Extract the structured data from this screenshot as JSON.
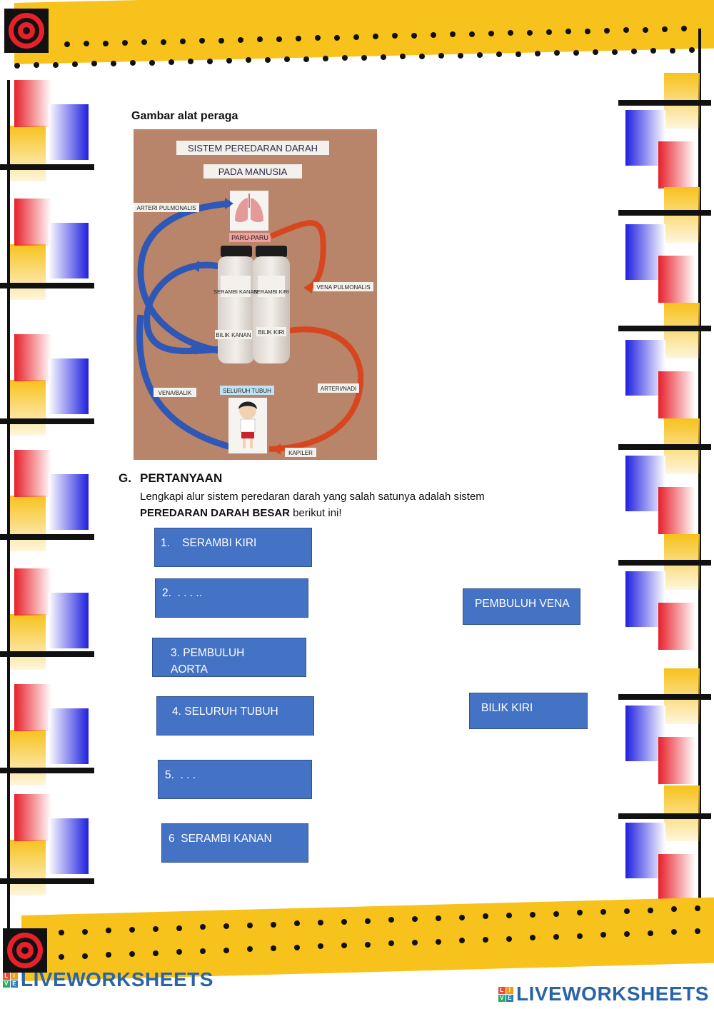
{
  "photo": {
    "caption": "Gambar alat peraga",
    "title_line1": "SISTEM PEREDARAN DARAH",
    "title_line2": "PADA MANUSIA",
    "labels": {
      "arteri_pulmonalis": "ARTERI PULMONALIS",
      "paru_paru": "PARU-PARU",
      "serambi_kanan": "SERAMBI KANAN",
      "serambi_kiri": "SERAMBI KIRI",
      "vena_pulmonalis": "VENA PULMONALIS",
      "bilik_kanan": "BILIK KANAN",
      "bilik_kiri": "BILIK KIRI",
      "vena_balik": "VENA/BALIK",
      "seluruh_tubuh": "SELURUH TUBUH",
      "arteri_nadi": "ARTERI/NADI",
      "kapiler": "KAPILER"
    }
  },
  "question": {
    "letter": "G.",
    "heading": "PERTANYAAN",
    "line1": "Lengkapi alur sistem peredaran darah yang  salah satunya  adalah sistem",
    "bold": "PEREDARAN DARAH BESAR",
    "line2_rest": " berikut ini!"
  },
  "steps": [
    "1.    SERAMBI KIRI",
    "2.  . . . ..",
    "3. PEMBULUH AORTA",
    "4. SELURUH TUBUH",
    "5.  . . .",
    "6  SERAMBI KANAN"
  ],
  "options": [
    "PEMBULUH VENA",
    "BILIK KIRI"
  ],
  "branding": {
    "logo_text": "LIVEWORKSHEETS",
    "icon_letters": [
      "L",
      "I",
      "V",
      "E"
    ]
  },
  "colors": {
    "band": "#f7c21c",
    "box_fill": "#4472c4",
    "box_border": "#2f528f",
    "brand": "#2a63a8"
  }
}
